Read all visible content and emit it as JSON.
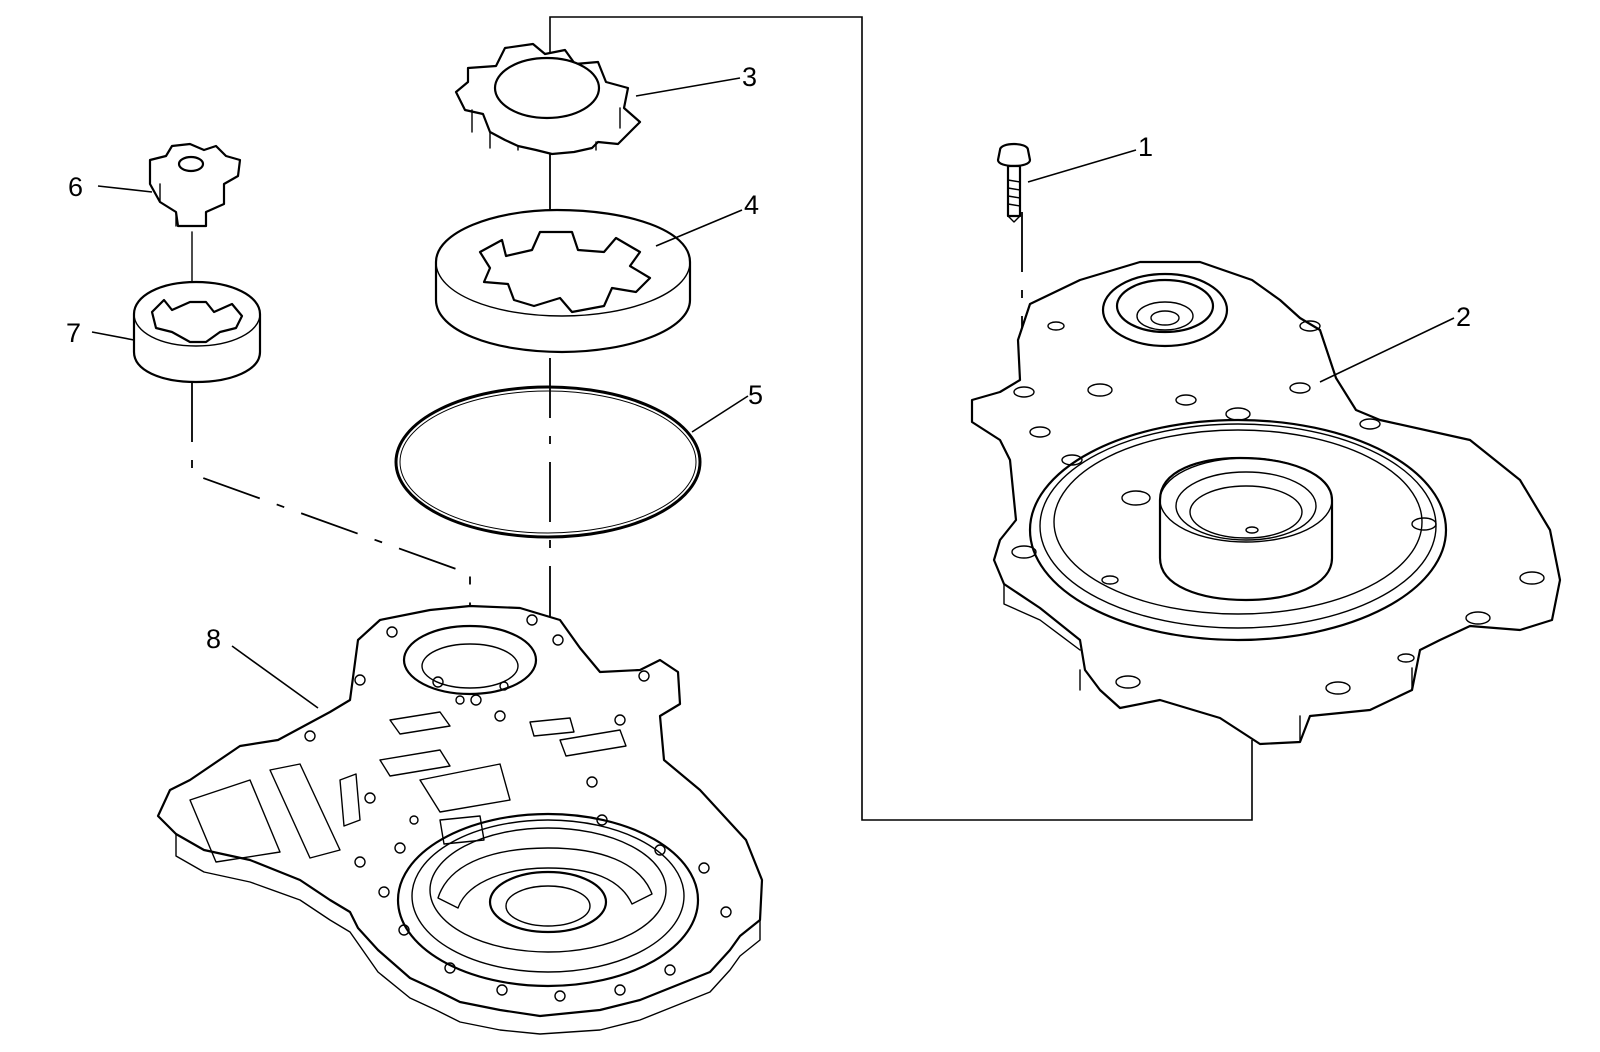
{
  "callouts": {
    "c1": "1",
    "c2": "2",
    "c3": "3",
    "c4": "4",
    "c5": "5",
    "c6": "6",
    "c7": "7",
    "c8": "8"
  },
  "parts": {
    "p1": "bolt",
    "p2": "pump-cover",
    "p3": "drive-gear",
    "p4": "driven-gear",
    "p5": "o-ring-seal",
    "p6": "small-drive-gear",
    "p7": "small-driven-gear",
    "p8": "pump-body"
  },
  "colors": {
    "line": "#000000",
    "background": "#ffffff"
  }
}
